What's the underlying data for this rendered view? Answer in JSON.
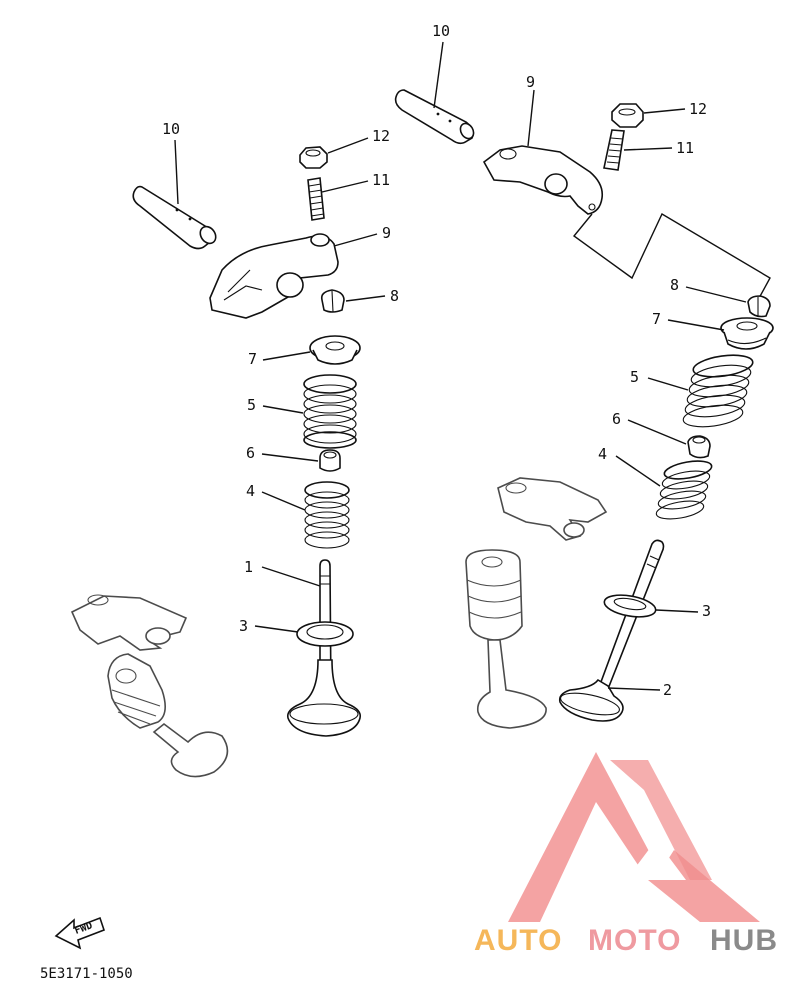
{
  "diagram_code": "5E3171-1050",
  "fwd_label": "FWD",
  "watermark": {
    "text_a": "AUTO",
    "text_b": "MOTO",
    "text_c": "HUB",
    "color_a": "#f5b75a",
    "color_b": "#ef9aa0",
    "color_c": "#8a8a8a",
    "logo_color": "#f08080"
  },
  "callouts": {
    "l10": "10",
    "l12": "12",
    "l11": "11",
    "l9": "9",
    "l8": "8",
    "l7": "7",
    "l5": "5",
    "l6": "6",
    "l4": "4",
    "l1": "1",
    "l3": "3",
    "r10": "10",
    "r9": "9",
    "r12": "12",
    "r11": "11",
    "r8": "8",
    "r7": "7",
    "r5": "5",
    "r6": "6",
    "r4": "4",
    "r3": "3",
    "r2": "2"
  }
}
